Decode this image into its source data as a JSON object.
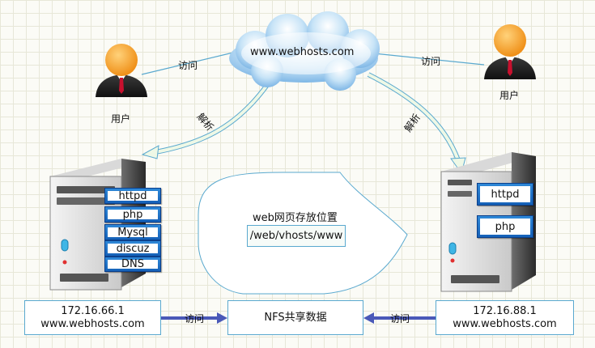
{
  "cloud": {
    "label": "www.webhosts.com"
  },
  "users": [
    {
      "label": "用户",
      "link_label": "访问"
    },
    {
      "label": "用户",
      "link_label": "访问"
    }
  ],
  "resolve": [
    {
      "label": "解析"
    },
    {
      "label": "解析"
    }
  ],
  "nfs": {
    "title": "web网页存放位置",
    "path": "/web/vhosts/www",
    "share_label": "NFS共享数据"
  },
  "server_left": {
    "services": [
      "httpd",
      "php",
      "Mysql",
      "discuz",
      "DNS"
    ],
    "ip": "172.16.66.1",
    "domain": "www.webhosts.com",
    "link_label": "访问"
  },
  "server_right": {
    "services": [
      "httpd",
      "php"
    ],
    "ip": "172.16.88.1",
    "domain": "www.webhosts.com",
    "link_label": "访问"
  },
  "colors": {
    "link_line": "#5aa9cf",
    "nfs_arrow": "#4a59b8",
    "service_blue": "#1f6fc9"
  }
}
